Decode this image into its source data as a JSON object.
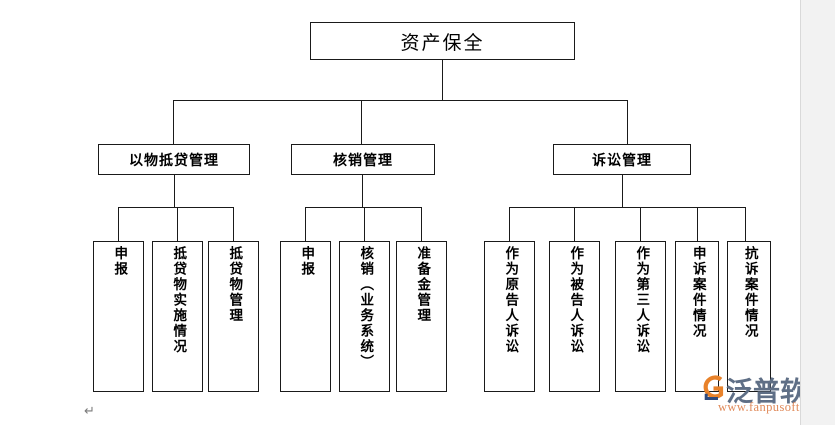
{
  "document": {
    "background_color": "#ffffff",
    "margin_strip_color": "#f2f2f2",
    "paragraph_mark": "↵"
  },
  "watermark": {
    "brand_cn": "泛普软件",
    "url": "www.fanpusoft.com",
    "mark_icon": "fanpu-logo-icon",
    "brand_color": "#5f6f86",
    "url_color": "#e08a5a",
    "mark_color_primary": "#e8822a",
    "mark_color_secondary": "#2e4a7d"
  },
  "chart_data": {
    "type": "tree",
    "title": "资产保全",
    "orientation": "top-down",
    "line_color": "#1a1a1a",
    "node_fill": "#ffffff",
    "root": {
      "id": "root",
      "label": "资产保全"
    },
    "levels": [
      {
        "level": 2,
        "nodes": [
          {
            "id": "l2-1",
            "label": "以物抵贷管理"
          },
          {
            "id": "l2-2",
            "label": "核销管理"
          },
          {
            "id": "l2-3",
            "label": "诉讼管理"
          }
        ]
      },
      {
        "level": 3,
        "groups": [
          {
            "parent": "l2-1",
            "nodes": [
              {
                "id": "l3-1-1",
                "label": "申报"
              },
              {
                "id": "l3-1-2",
                "label": "抵贷物实施情况"
              },
              {
                "id": "l3-1-3",
                "label": "抵贷物管理"
              }
            ]
          },
          {
            "parent": "l2-2",
            "nodes": [
              {
                "id": "l3-2-1",
                "label": "申报"
              },
              {
                "id": "l3-2-2",
                "label": "核销（业务系统）"
              },
              {
                "id": "l3-2-3",
                "label": "准备金管理"
              }
            ]
          },
          {
            "parent": "l2-3",
            "nodes": [
              {
                "id": "l3-3-1",
                "label": "作为原告人诉讼"
              },
              {
                "id": "l3-3-2",
                "label": "作为被告人诉讼"
              },
              {
                "id": "l3-3-3",
                "label": "作为第三人诉讼"
              },
              {
                "id": "l3-3-4",
                "label": "申诉案件情况"
              },
              {
                "id": "l3-3-5",
                "label": "抗诉案件情况"
              }
            ]
          }
        ]
      }
    ]
  }
}
